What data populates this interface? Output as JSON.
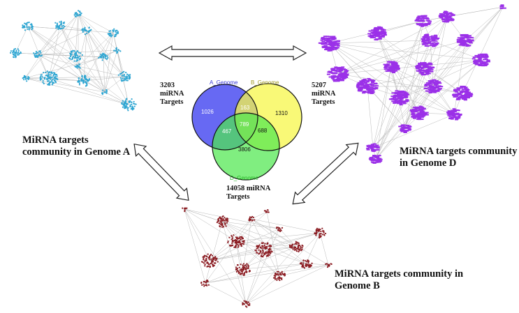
{
  "colors": {
    "genome_a_network": "#2fa6d2",
    "genome_b_network": "#8b1c22",
    "genome_d_network": "#9b30e8",
    "venn_a": "#5a5cf2",
    "venn_b": "#f7f74a",
    "venn_d": "#4fe84f",
    "venn_label_a": "#3a3ad8",
    "venn_label_b": "#a09a20",
    "venn_label_d": "#22b422"
  },
  "captions": {
    "genome_a": "MiRNA targets\ncommunity in Genome A",
    "genome_d": "MiRNA targets community\nin Genome D",
    "genome_b": "MiRNA targets community in\nGenome B"
  },
  "target_counts": {
    "a": "3203\nmiRNA\nTargets",
    "b": "5207\nmiRNA\nTargets",
    "d": "14058 miRNA\nTargets"
  },
  "venn": {
    "labels": {
      "a": "A_Genome",
      "b": "B_Genome",
      "d": "D_Genome"
    },
    "regions": {
      "a_only": "1026",
      "a_b": "163",
      "b_only": "1310",
      "a_d": "467",
      "a_b_d": "789",
      "b_d": "688",
      "d_only": "3806"
    }
  }
}
